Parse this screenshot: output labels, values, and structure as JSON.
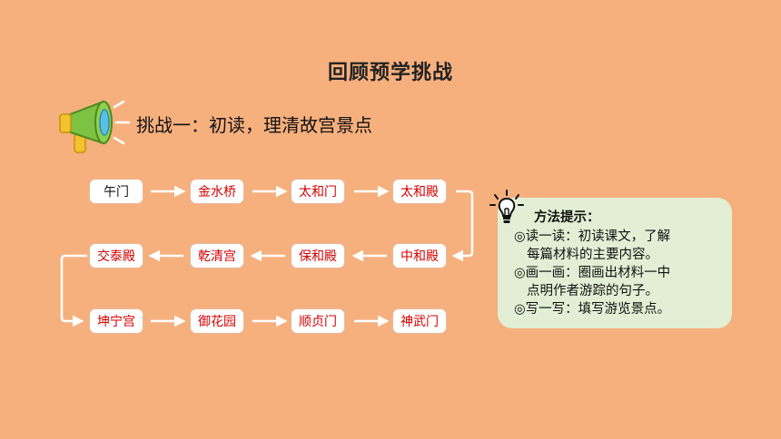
{
  "slide": {
    "title": "回顾预学挑战",
    "challenge": "挑战一：初读，理清故宫景点"
  },
  "route": {
    "row1": [
      "午门",
      "金水桥",
      "太和门",
      "太和殿"
    ],
    "row2": [
      "交泰殿",
      "乾清宫",
      "保和殿",
      "中和殿"
    ],
    "row3": [
      "坤宁宫",
      "御花园",
      "顺贞门",
      "神武门"
    ]
  },
  "tips": {
    "title": "方法提示：",
    "lines": [
      "◎读一读：初读课文，了解",
      "每篇材料的主要内容。",
      "◎画一画：圈画出材料一中",
      "点明作者游踪的句子。",
      "◎写一写：填写游览景点。"
    ]
  },
  "icons": [
    "megaphone-icon",
    "lightbulb-icon"
  ],
  "colors": {
    "background": "#F6B07E",
    "node_text": "#D40000",
    "tips_background": "#E2EFD5",
    "megaphone": "#7DC242"
  }
}
